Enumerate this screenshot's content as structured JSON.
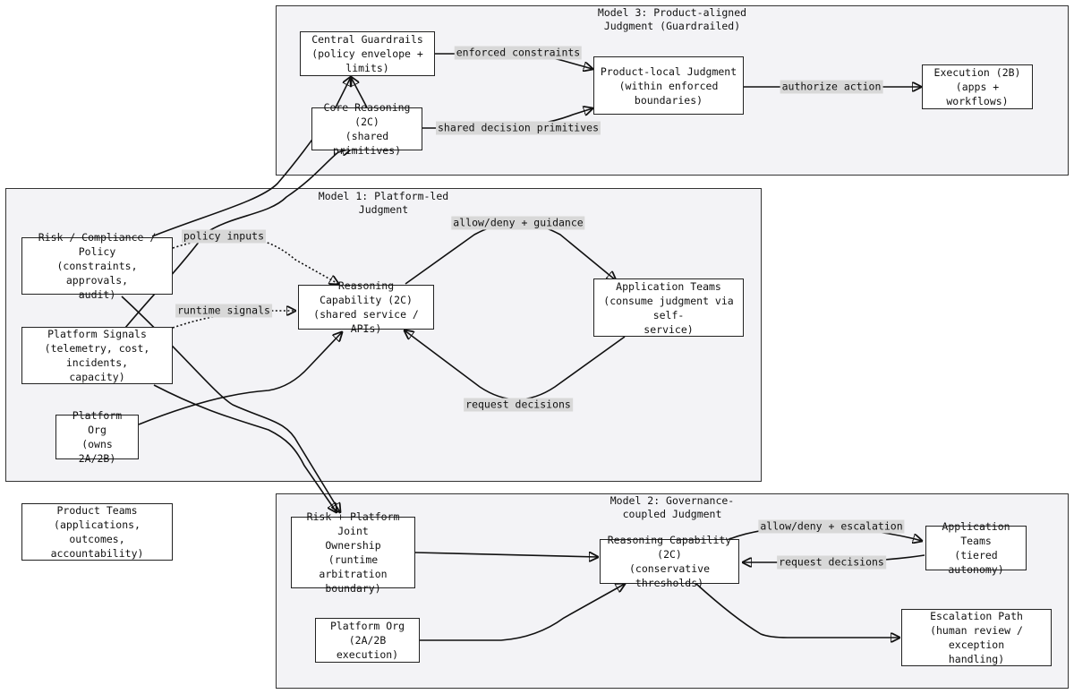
{
  "clusters": {
    "model3": "Model 3: Product-aligned\nJudgment (Guardrailed)",
    "model1": "Model 1: Platform-led\nJudgment",
    "model2": "Model 2: Governance-\ncoupled Judgment"
  },
  "nodes": {
    "central_guardrails": "Central Guardrails\n(policy envelope + limits)",
    "core_reasoning": "Core Reasoning (2C)\n(shared primitives)",
    "product_local_judgment": "Product-local Judgment\n(within enforced\nboundaries)",
    "execution_2b": "Execution (2B)\n(apps + workflows)",
    "risk_compliance": "Risk / Compliance / Policy\n(constraints, approvals,\naudit)",
    "platform_signals": "Platform Signals\n(telemetry, cost, incidents,\ncapacity)",
    "platform_org_m1": "Platform Org\n(owns 2A/2B)",
    "reasoning_m1": "Reasoning Capability (2C)\n(shared service / APIs)",
    "app_teams_m1": "Application Teams\n(consume judgment via self-\nservice)",
    "product_teams": "Product Teams\n(applications, outcomes,\naccountability)",
    "joint_ownership": "Risk + Platform Joint\nOwnership\n(runtime arbitration\nboundary)",
    "platform_org_m2": "Platform Org\n(2A/2B execution)",
    "reasoning_m2": "Reasoning Capability (2C)\n(conservative thresholds)",
    "app_teams_m2": "Application Teams\n(tiered autonomy)",
    "escalation_path": "Escalation Path\n(human review / exception\nhandling)"
  },
  "edge_labels": {
    "enforced_constraints": "enforced constraints",
    "shared_decision_primitives": "shared decision primitives",
    "authorize_action": "authorize action",
    "policy_inputs": "policy inputs",
    "runtime_signals": "runtime signals",
    "allow_deny_guidance": "allow/deny + guidance",
    "request_decisions_m1": "request decisions",
    "allow_deny_escalation": "allow/deny + escalation",
    "request_decisions_m2": "request decisions"
  }
}
